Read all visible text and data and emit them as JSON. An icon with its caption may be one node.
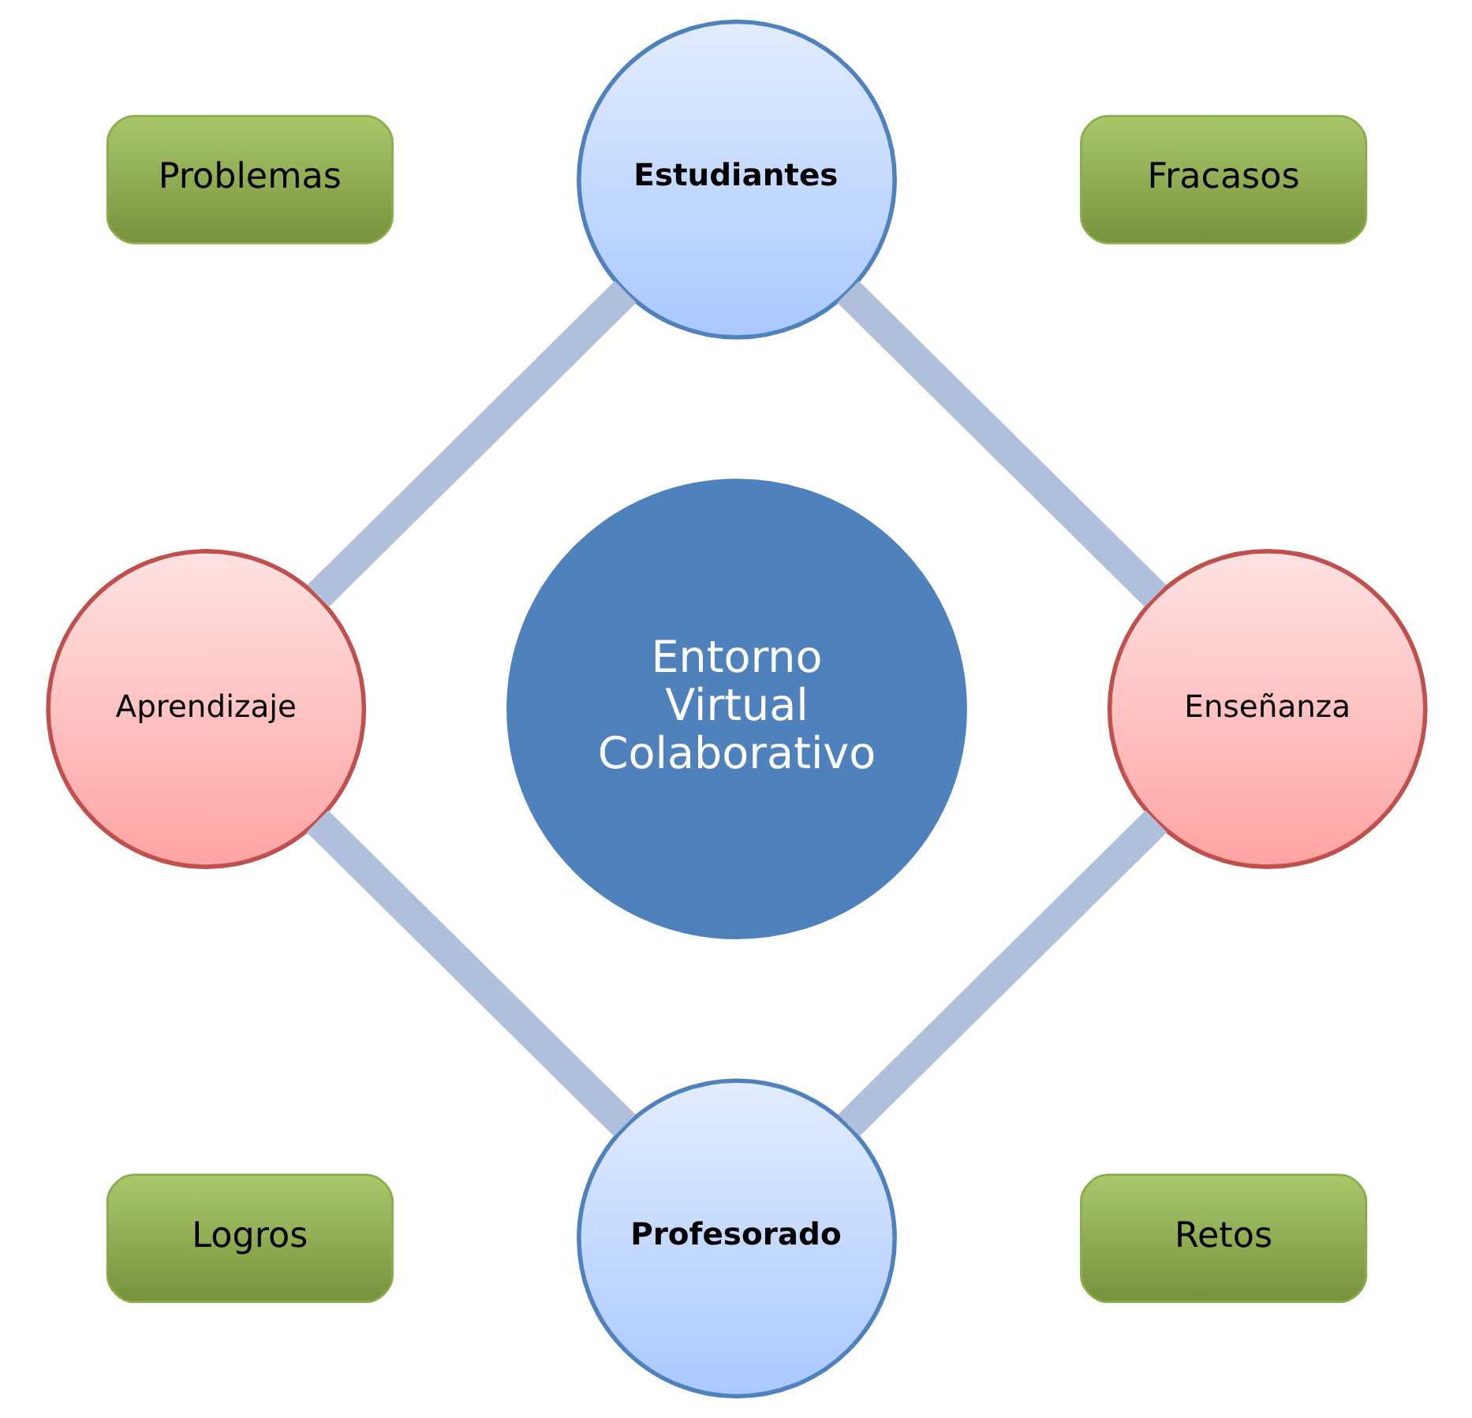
{
  "diagram": {
    "nodes": [
      {
        "text": [
          "Problemas"
        ]
      },
      {
        "text": [
          "Estudiantes"
        ]
      },
      {
        "text": [
          "Fracasos"
        ]
      },
      {
        "text": [
          "Aprendizaje"
        ]
      },
      {
        "text": [
          "Entorno Virtual Colaborativo"
        ]
      },
      {
        "text": [
          "Enseñanza"
        ]
      },
      {
        "text": [
          "Logros"
        ]
      },
      {
        "text": [
          "Profesorado"
        ]
      },
      {
        "text": [
          "Retos"
        ]
      }
    ],
    "edges": [
      {
        "from": 1,
        "to": 5,
        "arrow": "none"
      },
      {
        "from": 5,
        "to": 7,
        "arrow": "none"
      },
      {
        "from": 3,
        "to": 7,
        "arrow": "none"
      },
      {
        "from": 1,
        "to": 3,
        "arrow": "none"
      }
    ]
  }
}
